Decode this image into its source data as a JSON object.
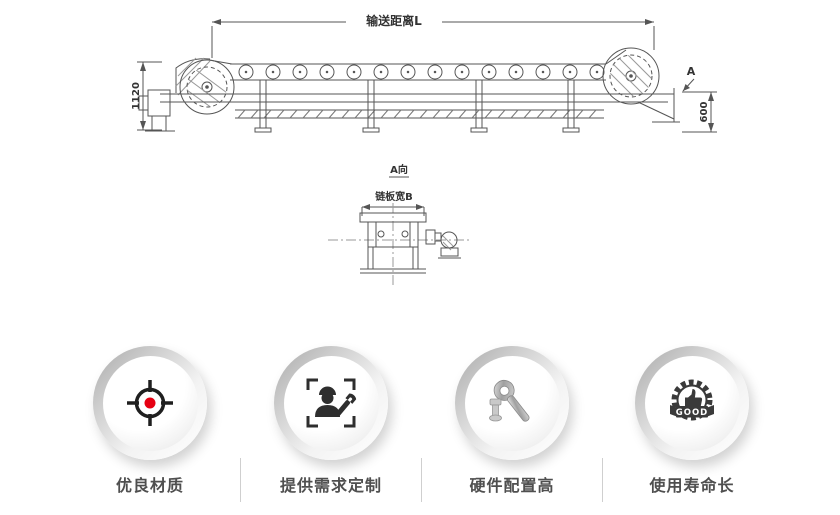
{
  "drawing": {
    "dim_top": "输送距离L",
    "dim_left": "1120",
    "dim_right": "600",
    "view_arrow_label": "A",
    "section_view_label": "A向",
    "chain_width_label": "链板宽B"
  },
  "features": {
    "badge_text": "GOOD",
    "items": [
      {
        "label": "优良材质",
        "icon": "target-icon"
      },
      {
        "label": "提供需求定制",
        "icon": "worker-customization-icon"
      },
      {
        "label": "硬件配置高",
        "icon": "wrench-tool-icon"
      },
      {
        "label": "使用寿命长",
        "icon": "good-badge-icon"
      }
    ]
  },
  "colors": {
    "accent_red": "#e60012",
    "icon_dark": "#2e2e2e",
    "badge_dark": "#3a3a3a",
    "label_text": "#4f4f4f",
    "drawing_line": "#555555"
  }
}
